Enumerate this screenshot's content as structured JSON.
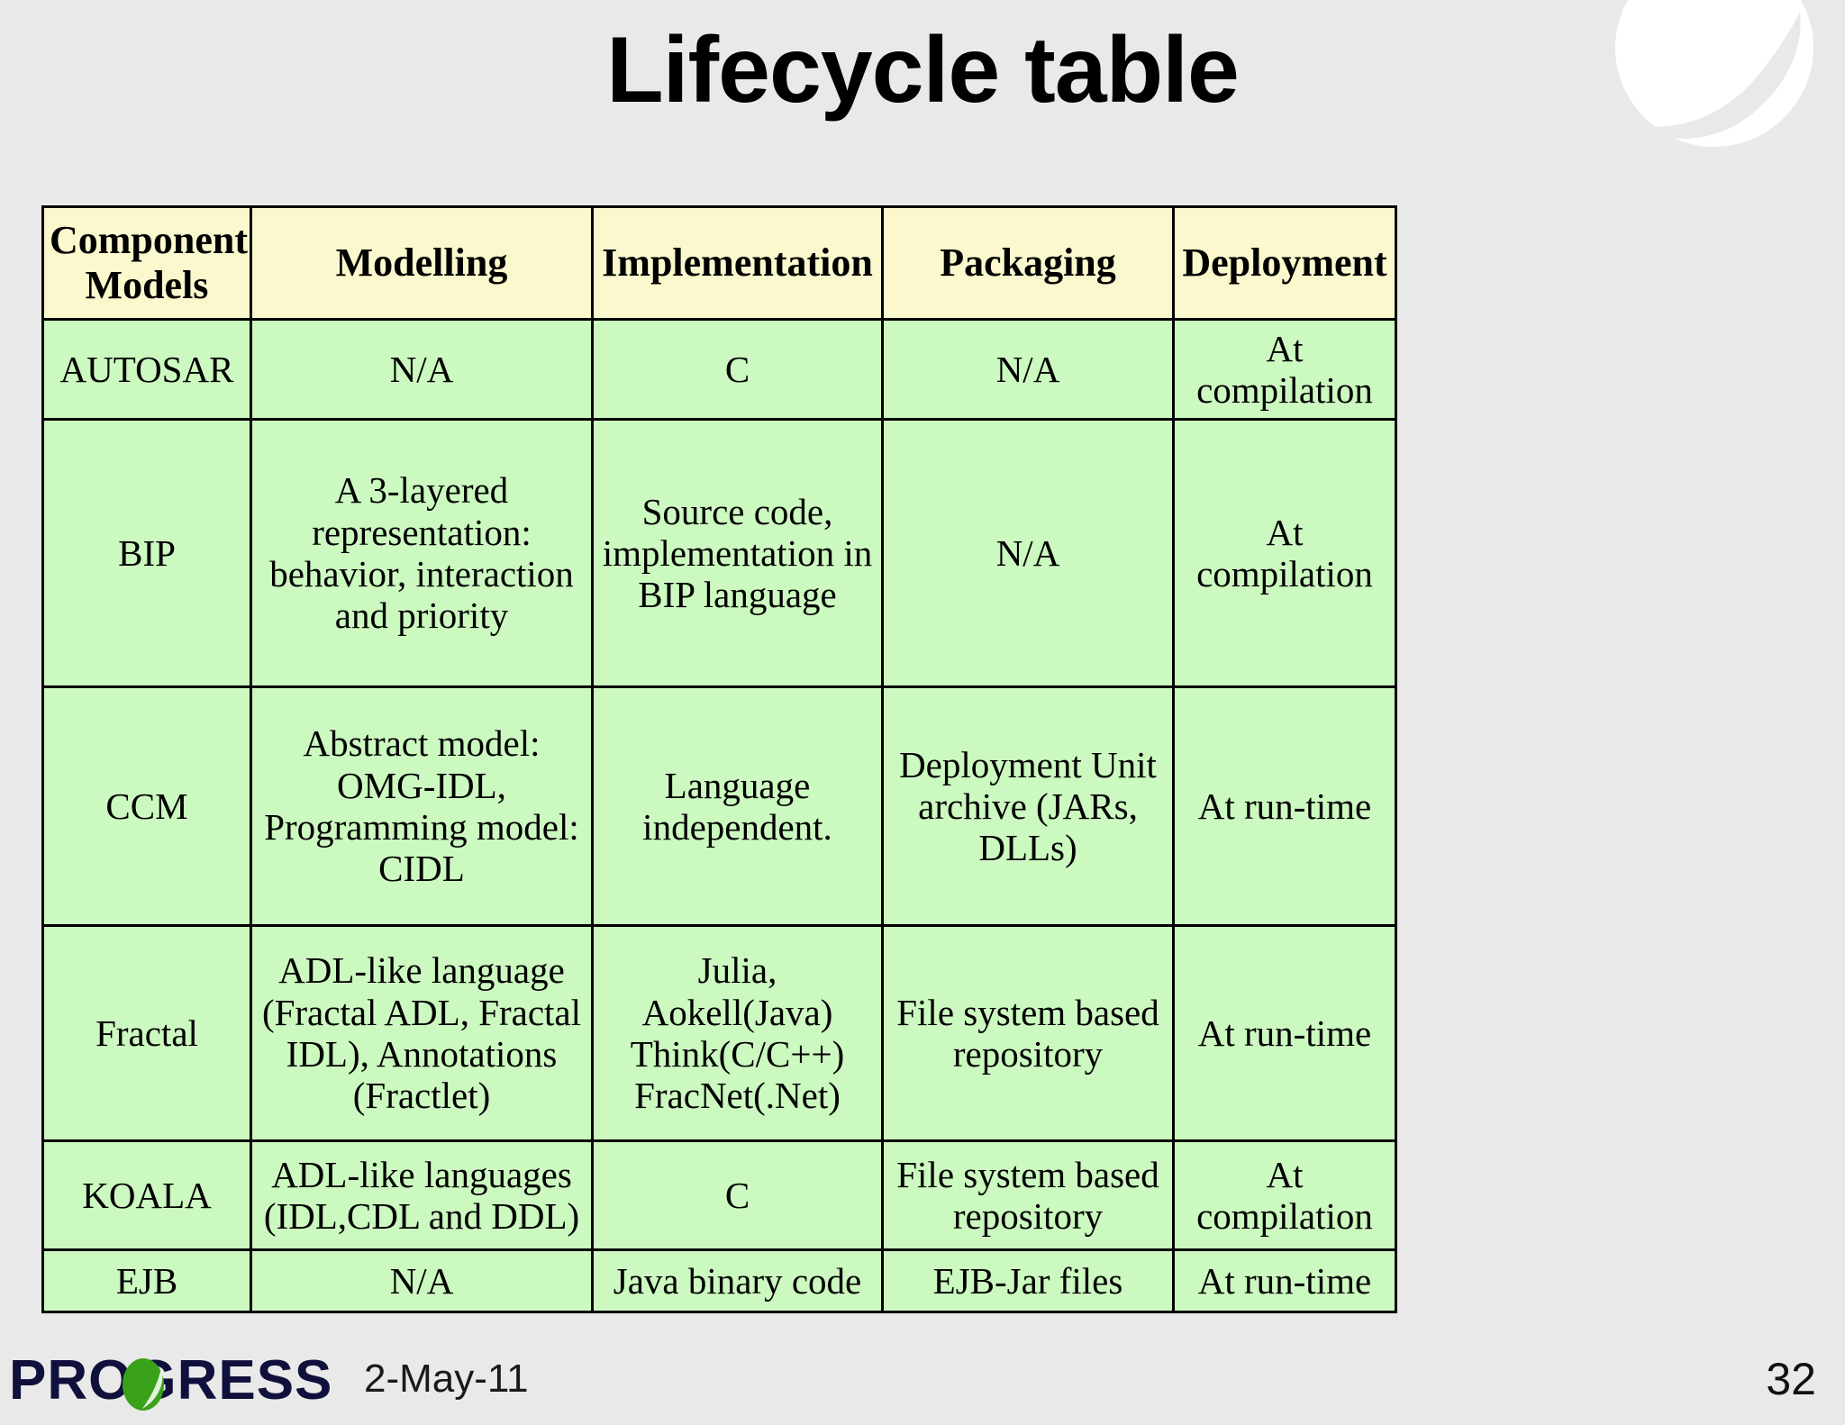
{
  "slide": {
    "title": "Lifecycle table",
    "background_color": "#e9e9e9"
  },
  "logo": {
    "watermark_name": "progress-leaf-watermark",
    "watermark_color": "#ffffff"
  },
  "table": {
    "header_background": "#fbf8cd",
    "body_background": "#ccf9c0",
    "border_color": "#000000",
    "columns": [
      "Component Models",
      "Modelling",
      "Implementation",
      "Packaging",
      "Deployment"
    ],
    "columns_lines": [
      [
        "Component",
        "Models"
      ],
      [
        "Modelling"
      ],
      [
        "Implementation"
      ],
      [
        "Packaging"
      ],
      [
        "Deployment"
      ]
    ],
    "rows": [
      {
        "model": "AUTOSAR",
        "modelling": "N/A",
        "implementation": "C",
        "packaging": "N/A",
        "deployment": "At compilation"
      },
      {
        "model": "BIP",
        "modelling": "A 3-layered representation: behavior, interaction and priority",
        "implementation": "Source code, implementation in BIP language",
        "packaging": "N/A",
        "deployment": "At compilation"
      },
      {
        "model": "CCM",
        "modelling": "Abstract model: OMG-IDL, Programming model: CIDL",
        "implementation": "Language independent.",
        "packaging": "Deployment Unit archive (JARs, DLLs)",
        "deployment": "At run-time"
      },
      {
        "model": "Fractal",
        "modelling": "ADL-like language (Fractal ADL, Fractal IDL), Annotations (Fractlet)",
        "implementation": "Julia, Aokell(Java) Think(C/C++) FracNet(.Net)",
        "packaging": "File system based repository",
        "deployment": "At run-time"
      },
      {
        "model": "KOALA",
        "modelling": "ADL-like languages (IDL,CDL and DDL)",
        "implementation": "C",
        "packaging": "File system based repository",
        "deployment": "At compilation"
      },
      {
        "model": "EJB",
        "modelling": "N/A",
        "implementation": "Java binary code",
        "packaging": "EJB-Jar files",
        "deployment": "At run-time"
      }
    ]
  },
  "footer": {
    "brand": "PROGRESS",
    "brand_color": "#10103c",
    "leaf_color": "#3aa21a",
    "date": "2-May-11",
    "page_number": "32"
  }
}
